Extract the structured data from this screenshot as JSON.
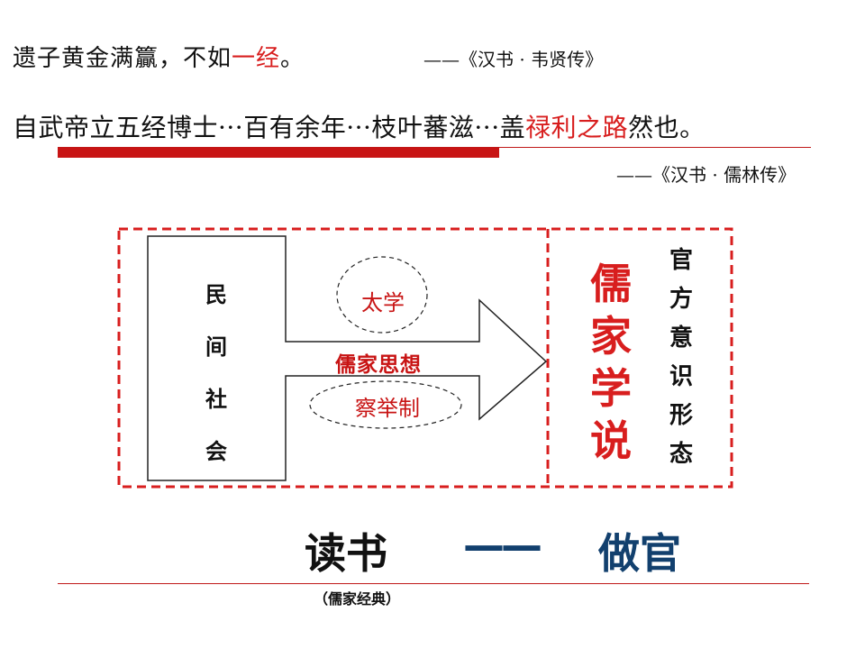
{
  "quote1": {
    "text_a": "遗子黄金满籯，不如",
    "text_highlight": "一经",
    "text_b": "。",
    "source": "——《汉书 · 韦贤传》"
  },
  "quote2": {
    "text_a": "自武帝立五经博士···百有余年···枝叶蕃滋···盖",
    "text_highlight": "禄利之路",
    "text_b": "然也。",
    "source": "——《汉书 · 儒林传》"
  },
  "diagram": {
    "society_chars": [
      "民",
      "间",
      "社",
      "会"
    ],
    "taixue": "太学",
    "confucian_thought": "儒家思想",
    "chaju": "察举制",
    "confucianism_chars": [
      "儒",
      "家",
      "学",
      "说"
    ],
    "ideology_chars": [
      "官",
      "方",
      "意",
      "识",
      "形",
      "态"
    ]
  },
  "bottom": {
    "study": "读书",
    "dash": "——",
    "official": "做官",
    "classics": "（儒家经典）"
  },
  "colors": {
    "red": "#d81e1e",
    "navy": "#12406e"
  }
}
